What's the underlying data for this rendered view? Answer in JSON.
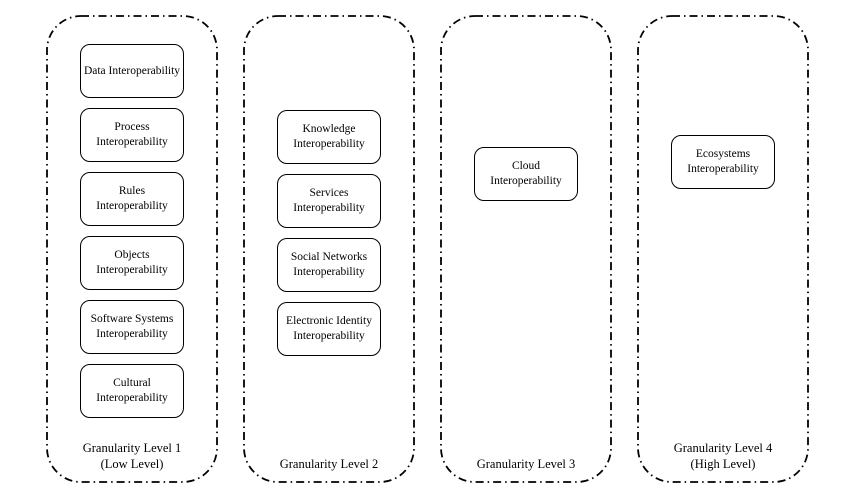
{
  "colors": {
    "background": "#ffffff",
    "line": "#000000",
    "text": "#000000"
  },
  "columns": [
    {
      "label": "Granularity Level 1",
      "sublabel": "(Low Level)",
      "boxes": [
        {
          "label": "Data Interoperability"
        },
        {
          "label": "Process Interoperability"
        },
        {
          "label": "Rules Interoperability"
        },
        {
          "label": "Objects Interoperability"
        },
        {
          "label": "Software Systems Interoperability"
        },
        {
          "label": "Cultural Interoperability"
        }
      ]
    },
    {
      "label": "Granularity Level 2",
      "sublabel": "",
      "boxes": [
        {
          "label": "Knowledge Interoperability"
        },
        {
          "label": "Services Interoperability"
        },
        {
          "label": "Social Networks Interoperability"
        },
        {
          "label": "Electronic Identity Interoperability"
        }
      ]
    },
    {
      "label": "Granularity Level 3",
      "sublabel": "",
      "boxes": [
        {
          "label": "Cloud Interoperability"
        }
      ]
    },
    {
      "label": "Granularity Level 4",
      "sublabel": "(High Level)",
      "boxes": [
        {
          "label": "Ecosystems Interoperability"
        }
      ]
    }
  ]
}
